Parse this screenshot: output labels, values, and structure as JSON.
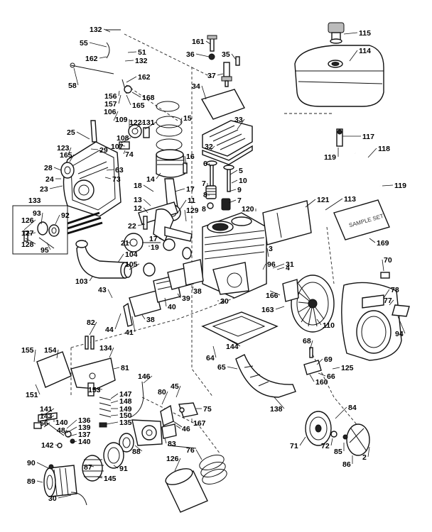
{
  "diagram": {
    "labels": [
      "132",
      "55",
      "162",
      "51",
      "132",
      "58",
      "162",
      "156",
      "157",
      "168",
      "165",
      "161",
      "36",
      "35",
      "37",
      "34",
      "115",
      "114",
      "117",
      "119",
      "118",
      "119",
      "109",
      "122",
      "131",
      "106",
      "107",
      "108",
      "25",
      "123",
      "165",
      "29",
      "74",
      "63",
      "73",
      "28",
      "24",
      "23",
      "133",
      "14",
      "15",
      "16",
      "33",
      "32",
      "6",
      "5",
      "10",
      "7",
      "8",
      "9",
      "7",
      "8",
      "18",
      "17",
      "13",
      "12",
      "11",
      "22",
      "21",
      "19",
      "17",
      "126",
      "93",
      "92",
      "127",
      "128",
      "95",
      "129",
      "120",
      "121",
      "113",
      "169",
      "104",
      "105",
      "103",
      "43",
      "44",
      "41",
      "38",
      "40",
      "39",
      "38",
      "3",
      "96",
      "31",
      "4",
      "166",
      "163",
      "70",
      "78",
      "77",
      "94",
      "110",
      "144",
      "64",
      "65",
      "138",
      "82",
      "154",
      "155",
      "151",
      "134",
      "81",
      "153",
      "146",
      "147",
      "148",
      "149",
      "150",
      "135",
      "136",
      "139",
      "137",
      "140",
      "142",
      "141",
      "143",
      "56",
      "140",
      "48",
      "80",
      "45",
      "75",
      "46",
      "167",
      "83",
      "88",
      "87",
      "91",
      "90",
      "89",
      "145",
      "30",
      "76",
      "126",
      "68",
      "69",
      "125",
      "66",
      "160",
      "84",
      "71",
      "72",
      "85",
      "86",
      "2",
      "3",
      "20"
    ],
    "texts": {
      "box_label": "SAMPLE SET"
    }
  }
}
